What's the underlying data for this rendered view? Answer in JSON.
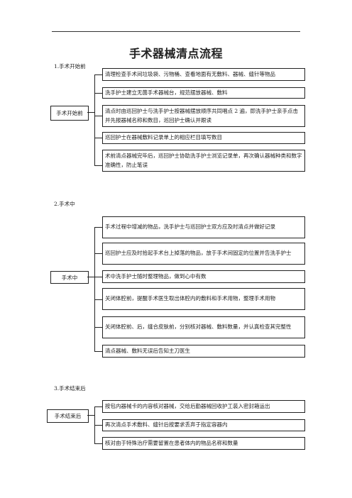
{
  "title": "手术器械清点流程",
  "sections": [
    {
      "heading": "1.手术开始前",
      "label": "手术开始前",
      "steps": [
        "清理检查手术间垃圾袋、污物桶、查看地面有无敷料、器械、缝针等物品",
        "洗手护士建立无菌手术器械台，规范摆放器械、敷料",
        "清点时由巡回护士与洗手护士按器械摆放顺序共同唱点 2 遍，即洗手护士亲手点击并先报器械名称和数目，巡回护士确认并跟读",
        "巡回护士在器械敷料记录单上的相应栏目填写数目",
        "术前清点器械完毕后，巡回护士协助洗手护士浏览记录单，再次确认器械种类和数字准确性，防止笔误"
      ]
    },
    {
      "heading": "2.手术中",
      "label": "手术中",
      "steps": [
        "手术过程中增减的物品，洗手护士与巡回护士双方应及时清点并做好记录",
        "巡回护士应及时拾起手术台上掉落的物品，放于手术间固定的位置并告洗手护士",
        "术中洗手护士随时整理物品，做到心中有数",
        "关闭体腔前，提醒手术医生取出体腔内的敷料和手术用物，整理手术用物",
        "关闭体腔前、后，缝合皮肤前，分别核对器械、敷料数量，并认真检查其完整性",
        "清点器械、敷料无误后告知主刀医生"
      ]
    },
    {
      "heading": "3.手术结束后",
      "label": "手术结束后",
      "steps": [
        "按包内器械卡的内容核对器械，交给后勤器械回收护工装入密封箱运出",
        "再次清点手术敷料、缝针后按要求丢弃于指定容器内",
        "核对由于特殊治疗需要留置在患者体内的物品名称和数量"
      ]
    }
  ]
}
